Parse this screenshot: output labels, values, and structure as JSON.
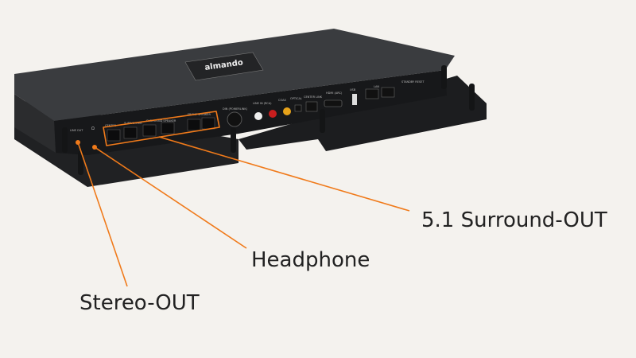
{
  "device": {
    "brand": "almando",
    "ports": {
      "line_out": "LINE OUT",
      "headphone": "Ω",
      "center": "CENTER",
      "subwoofer": "SUBWOOFER",
      "surround": "SURROUND SPEAKER",
      "front": "FRONT SPEAKER",
      "din": "DIN (POWERLINK)",
      "line_in": "LINE IN (RCA)",
      "coax": "COAX",
      "optical": "OPTICAL",
      "center_link": "CENTER LINK",
      "hdmi": "HDMI (ARC)",
      "usb": "USB",
      "lan": "LAN",
      "standby": "STANDBY RESET"
    }
  },
  "callouts": {
    "surround": "5.1 Surround-OUT",
    "headphone": "Headphone",
    "stereo": "Stereo-OUT"
  },
  "colors": {
    "accent": "#f07a1a",
    "device": "#2a2c2e"
  }
}
